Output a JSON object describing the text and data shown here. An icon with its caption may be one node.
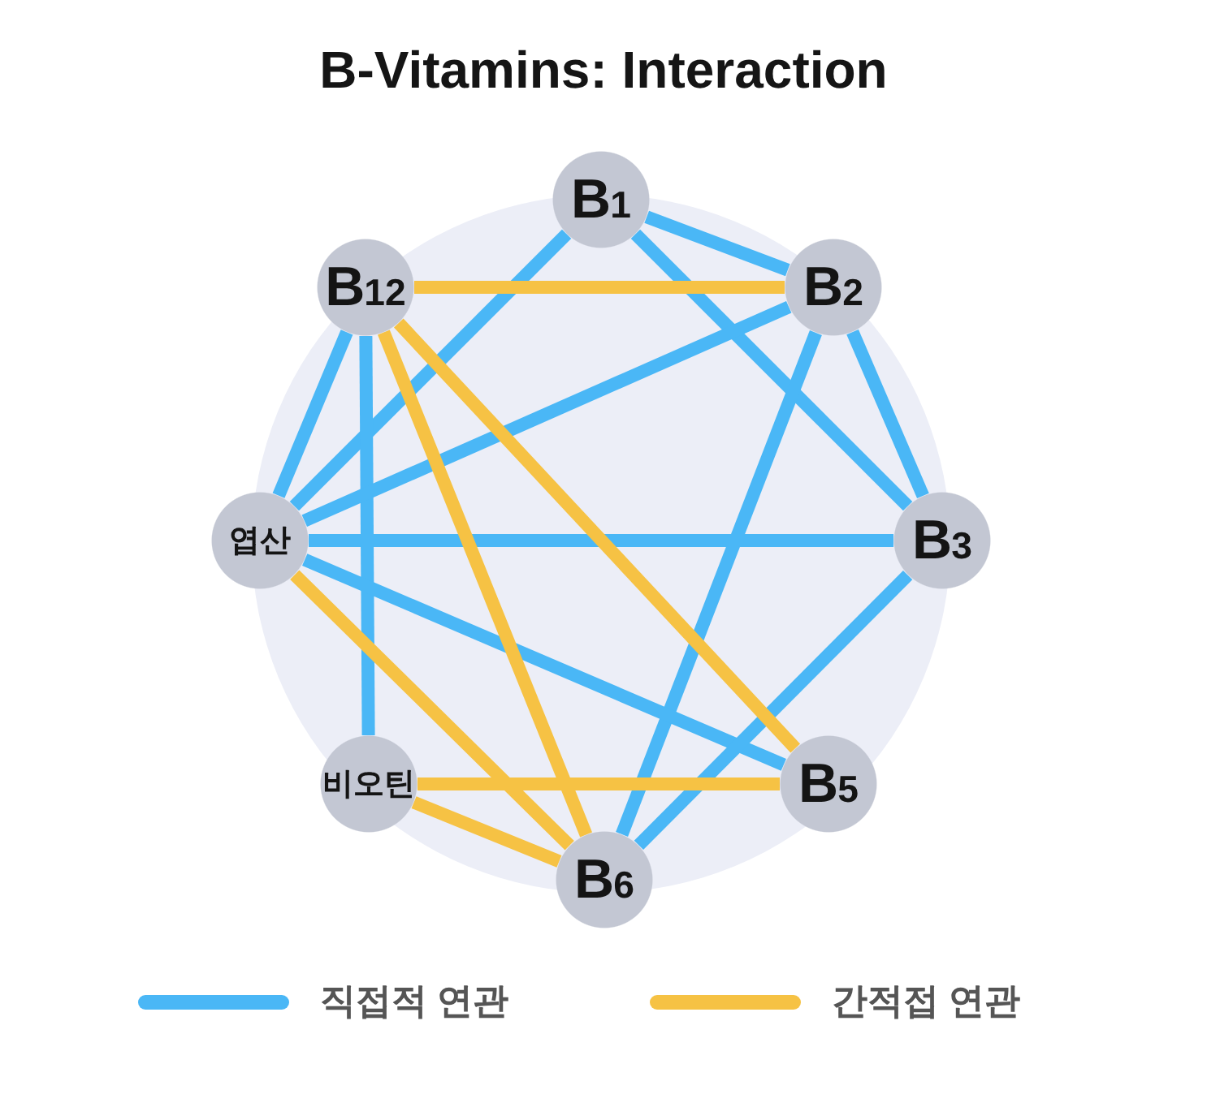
{
  "diagram": {
    "title": "B-Vitamins: Interaction",
    "nodes": [
      {
        "text": [
          "B$_{1}$"
        ]
      },
      {
        "text": [
          "B$_{12}$"
        ]
      },
      {
        "text": [
          "B$_{2}$"
        ]
      },
      {
        "text": [
          "엽산"
        ]
      },
      {
        "text": [
          "B$_{3}$"
        ]
      },
      {
        "text": [
          "비오틴"
        ]
      },
      {
        "text": [
          "B$_{5}$"
        ]
      },
      {
        "text": [
          "B$_{6}$"
        ]
      }
    ],
    "edges": [
      {
        "from": 0,
        "to": 2,
        "arrow": "none"
      },
      {
        "from": 0,
        "to": 4,
        "arrow": "none"
      },
      {
        "from": 0,
        "to": 3,
        "arrow": "none"
      },
      {
        "from": 1,
        "to": 3,
        "arrow": "none"
      },
      {
        "from": 1,
        "to": 5,
        "arrow": "none"
      },
      {
        "from": 2,
        "to": 3,
        "arrow": "none"
      },
      {
        "from": 2,
        "to": 4,
        "arrow": "none"
      },
      {
        "from": 2,
        "to": 7,
        "arrow": "none"
      },
      {
        "from": 3,
        "to": 4,
        "arrow": "none"
      },
      {
        "from": 3,
        "to": 6,
        "arrow": "none"
      },
      {
        "from": 4,
        "to": 7,
        "arrow": "none"
      },
      {
        "from": 1,
        "to": 2,
        "arrow": "none",
        "color": "#f6c244"
      },
      {
        "from": 1,
        "to": 7,
        "arrow": "none",
        "color": "#f6c244"
      },
      {
        "from": 1,
        "to": 6,
        "arrow": "none",
        "color": "#f6c244"
      },
      {
        "from": 3,
        "to": 7,
        "arrow": "none",
        "color": "#f6c244"
      },
      {
        "from": 5,
        "to": 6,
        "arrow": "none",
        "color": "#f6c244"
      },
      {
        "from": 5,
        "to": 7,
        "arrow": "none",
        "color": "#f6c244"
      }
    ],
    "legend": [
      {
        "text": "직접적 연관",
        "color": "#4ab7f6"
      },
      {
        "text": "간적접 연관",
        "color": "#f6c244"
      }
    ]
  }
}
